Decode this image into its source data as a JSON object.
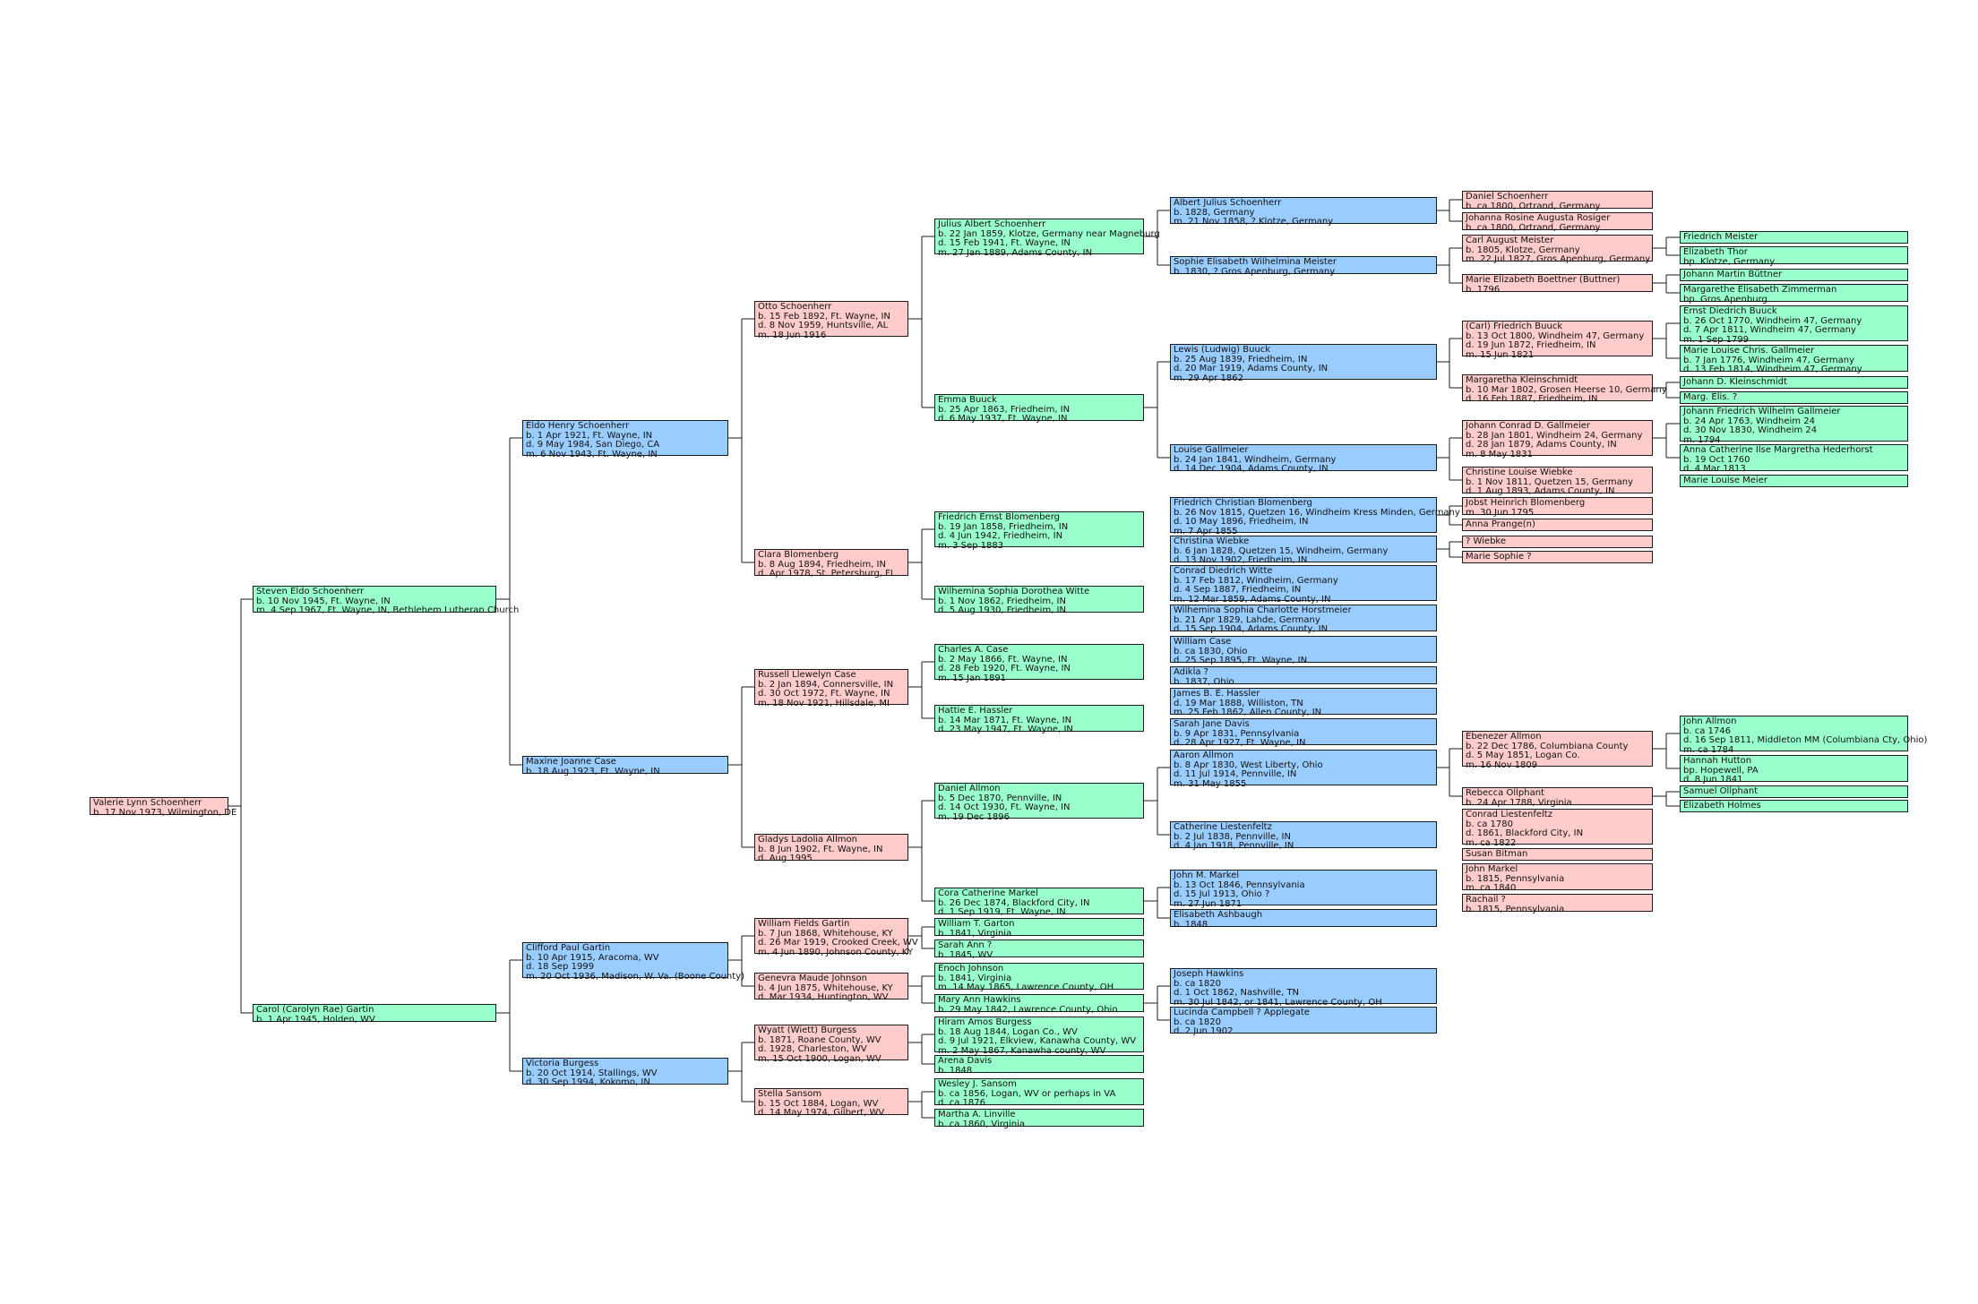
{
  "colors": {
    "male": "#99ccff",
    "female": "#ffcccc",
    "child": "#99ffcc",
    "line": "#1b1b1b",
    "background": "#ffffff"
  },
  "people": [
    {
      "id": "valerie",
      "color": "pink",
      "lines": [
        "Valerie Lynn Schoenherr",
        "b. 17 Nov 1973, Wilmington, DE"
      ]
    },
    {
      "id": "steven",
      "color": "green",
      "lines": [
        "Steven Eldo Schoenherr",
        "b. 10 Nov 1945, Ft. Wayne, IN",
        "m. 4 Sep 1967, Ft. Wayne, IN, Bethlehem Lutheran Church"
      ]
    },
    {
      "id": "carol",
      "color": "green",
      "lines": [
        "Carol (Carolyn Rae) Gartin",
        "b. 1 Apr 1945, Holden, WV"
      ]
    },
    {
      "id": "eldo",
      "color": "blue",
      "lines": [
        "Eldo Henry Schoenherr",
        "b. 1 Apr 1921, Ft. Wayne, IN",
        "d. 9 May 1984, San Diego, CA",
        "m. 6 Nov 1943, Ft. Wayne, IN"
      ]
    },
    {
      "id": "maxine",
      "color": "blue",
      "lines": [
        "Maxine Joanne Case",
        "b. 18 Aug 1923, Ft. Wayne, IN"
      ]
    },
    {
      "id": "clifford",
      "color": "blue",
      "lines": [
        "Clifford Paul Gartin",
        "b. 10 Apr 1915, Aracoma, WV",
        "d. 18 Sep 1999",
        "m. 20 Oct 1936, Madison, W. Va. (Boone County)"
      ]
    },
    {
      "id": "victoria",
      "color": "blue",
      "lines": [
        "Victoria Burgess",
        "b. 20 Oct 1914, Stallings, WV",
        "d. 30 Sep 1994, Kokomo, IN"
      ]
    },
    {
      "id": "otto",
      "color": "pink",
      "lines": [
        "Otto Schoenherr",
        "b. 15 Feb 1892, Ft. Wayne, IN",
        "d. 8 Nov 1959, Huntsville, AL",
        "m. 18 Jun 1916"
      ]
    },
    {
      "id": "clara",
      "color": "pink",
      "lines": [
        "Clara Blomenberg",
        "b. 8 Aug 1894, Friedheim, IN",
        "d. Apr 1978, St. Petersburg, FL"
      ]
    },
    {
      "id": "russell",
      "color": "pink",
      "lines": [
        "Russell Llewelyn Case",
        "b. 2 Jan 1894, Connersville, IN",
        "d. 30 Oct 1972, Ft. Wayne, IN",
        "m. 18 Nov 1921, Hillsdale, MI"
      ]
    },
    {
      "id": "gladys",
      "color": "pink",
      "lines": [
        "Gladys Ladolia Allmon",
        "b. 8 Jun 1902, Ft. Wayne, IN",
        "d. Aug 1995"
      ]
    },
    {
      "id": "william_fields",
      "color": "pink",
      "lines": [
        "William Fields Gartin",
        "b. 7 Jun 1868, Whitehouse, KY",
        "d. 26 Mar 1919, Crooked Creek, WV",
        "m. 4 Jun 1890, Johnson County, KY"
      ]
    },
    {
      "id": "genevra",
      "color": "pink",
      "lines": [
        "Genevra Maude Johnson",
        "b. 4 Jun 1875, Whitehouse, KY",
        "d. Mar 1934, Huntington, WV"
      ]
    },
    {
      "id": "wyatt",
      "color": "pink",
      "lines": [
        "Wyatt (Wiett) Burgess",
        "b. 1871, Roane County, WV",
        "d. 1928, Charleston, WV",
        "m. 15 Oct 1900, Logan, WV"
      ]
    },
    {
      "id": "stella",
      "color": "pink",
      "lines": [
        "Stella Sansom",
        "b. 15 Oct 1884, Logan, WV",
        "d. 14 May 1974, Gilbert, WV"
      ]
    },
    {
      "id": "julius",
      "color": "green",
      "lines": [
        "Julius Albert Schoenherr",
        "b. 22 Jan 1859, Klotze, Germany near Magneburg",
        "d. 15 Feb 1941, Ft. Wayne, IN",
        "m. 27 Jan 1889, Adams County, IN"
      ]
    },
    {
      "id": "emma",
      "color": "green",
      "lines": [
        "Emma Buuck",
        "b. 25 Apr 1863, Friedheim, IN",
        "d. 6 May 1937, Ft. Wayne, IN"
      ]
    },
    {
      "id": "friedrich_ernst",
      "color": "green",
      "lines": [
        "Friedrich Ernst Blomenberg",
        "b. 19 Jan 1858, Friedheim, IN",
        "d. 4 Jun 1942, Friedheim, IN",
        "m. 3 Sep 1883"
      ]
    },
    {
      "id": "wilhelmina_sophia",
      "color": "green",
      "lines": [
        "Wilhemina Sophia Dorothea Witte",
        "b. 1 Nov 1862, Friedheim, IN",
        "d. 5 Aug 1930, Friedheim, IN"
      ]
    },
    {
      "id": "charles",
      "color": "green",
      "lines": [
        "Charles A. Case",
        "b. 2 May 1866, Ft. Wayne, IN",
        "d. 28 Feb 1920, Ft. Wayne, IN",
        "m. 15 Jan 1891"
      ]
    },
    {
      "id": "hattie",
      "color": "green",
      "lines": [
        "Hattie E. Hassler",
        "b. 14 Mar 1871, Ft. Wayne, IN",
        "d. 23 May 1947, Ft. Wayne, IN"
      ]
    },
    {
      "id": "daniel_allmon",
      "color": "green",
      "lines": [
        "Daniel Allmon",
        "b. 5 Dec 1870, Pennville, IN",
        "d. 14 Oct 1930, Ft. Wayne, IN",
        "m. 19 Dec 1896"
      ]
    },
    {
      "id": "cora",
      "color": "green",
      "lines": [
        "Cora Catherine Markel",
        "b. 26 Dec 1874, Blackford City, IN",
        "d. 1 Sep 1919, Ft. Wayne, IN"
      ]
    },
    {
      "id": "william_t",
      "color": "green",
      "lines": [
        "William T. Garton",
        "b. 1841, Virginia"
      ]
    },
    {
      "id": "sarah_ann",
      "color": "green",
      "lines": [
        "Sarah Ann ?",
        "b. 1845, WV"
      ]
    },
    {
      "id": "enoch",
      "color": "green",
      "lines": [
        "Enoch Johnson",
        "b. 1841, Virginia",
        "m. 14 May 1865, Lawrence County, OH"
      ]
    },
    {
      "id": "mary_ann",
      "color": "green",
      "lines": [
        "Mary Ann Hawkins",
        "b. 29 May 1842, Lawrence County, Ohio"
      ]
    },
    {
      "id": "hiram",
      "color": "green",
      "lines": [
        "Hiram Amos Burgess",
        "b. 18 Aug 1844, Logan Co., WV",
        "d. 9 Jul 1921, Elkview, Kanawha County, WV",
        "m. 2 May 1867, Kanawha county, WV"
      ]
    },
    {
      "id": "arena",
      "color": "green",
      "lines": [
        "Arena Davis",
        "b. 1848"
      ]
    },
    {
      "id": "wesley",
      "color": "green",
      "lines": [
        "Wesley J. Sansom",
        "b. ca 1856, Logan, WV or perhaps in VA",
        "d. ca 1876"
      ]
    },
    {
      "id": "martha",
      "color": "green",
      "lines": [
        "Martha A. Linville",
        "b. ca 1860, Virginia"
      ]
    },
    {
      "id": "albert_julius",
      "color": "blue",
      "lines": [
        "Albert Julius Schoenherr",
        "b. 1828, Germany",
        "m. 21 Nov 1858, ? Klotze, Germany"
      ]
    },
    {
      "id": "sophie_elisabeth",
      "color": "blue",
      "lines": [
        "Sophie Elisabeth Wilhelmina Meister",
        "b. 1830, ? Gros Apenburg, Germany"
      ]
    },
    {
      "id": "lewis",
      "color": "blue",
      "lines": [
        "Lewis (Ludwig) Buuck",
        "b. 25 Aug 1839, Friedheim, IN",
        "d. 20 Mar 1919, Adams County, IN",
        "m. 29 Apr 1862"
      ]
    },
    {
      "id": "louise_g",
      "color": "blue",
      "lines": [
        "Louise Gallmeier",
        "b. 24 Jan 1841, Windheim, Germany",
        "d. 14 Dec 1904, Adams County, IN"
      ]
    },
    {
      "id": "friedrich_christian",
      "color": "blue",
      "lines": [
        "Friedrich Christian Blomenberg",
        "b. 26 Nov 1815, Quetzen 16, Windheim Kress Minden, Germany",
        "d. 10 May 1896, Friedheim, IN",
        "m. 7 Apr 1855"
      ]
    },
    {
      "id": "christina",
      "color": "blue",
      "lines": [
        "Christina Wiebke",
        "b. 6 Jan 1828, Quetzen 15, Windheim, Germany",
        "d. 13 Nov 1902, Friedheim, IN"
      ]
    },
    {
      "id": "conrad_witte",
      "color": "blue",
      "lines": [
        "Conrad Diedrich Witte",
        "b. 17 Feb 1812, Windheim, Germany",
        "d. 4 Sep 1887, Friedheim, IN",
        "m. 12 Mar 1859, Adams County, IN"
      ]
    },
    {
      "id": "wilhemina_horstmeier",
      "color": "blue",
      "lines": [
        "Wilhemina Sophia Charlotte Horstmeier",
        "b. 21 Apr 1829, Lahde, Germany",
        "d. 15 Sep 1904, Adams County, IN"
      ]
    },
    {
      "id": "william_case",
      "color": "blue",
      "lines": [
        "William Case",
        "b. ca 1830, Ohio",
        "d. 25 Sep 1895, Ft. Wayne, IN"
      ]
    },
    {
      "id": "adikla",
      "color": "blue",
      "lines": [
        "Adikla ?",
        "b. 1837, Ohio"
      ]
    },
    {
      "id": "james_hassler",
      "color": "blue",
      "lines": [
        "James B. E. Hassler",
        "d. 19 Mar 1888, Williston, TN",
        "m. 25 Feb 1862, Allen County, IN"
      ]
    },
    {
      "id": "sarah_jane",
      "color": "blue",
      "lines": [
        "Sarah Jane Davis",
        "b. 9 Apr 1831, Pennsylvania",
        "d. 28 Apr 1927, Ft. Wayne, IN"
      ]
    },
    {
      "id": "aaron",
      "color": "blue",
      "lines": [
        "Aaron Allmon",
        "b. 8 Apr 1830, West Liberty, Ohio",
        "d. 11 Jul 1914, Pennville, IN",
        "m. 31 May 1855"
      ]
    },
    {
      "id": "catherine_l",
      "color": "blue",
      "lines": [
        "Catherine Liestenfeltz",
        "b. 2 Jul 1838, Pennville, IN",
        "d. 4 Jan 1918, Pennville, IN"
      ]
    },
    {
      "id": "john_markel",
      "color": "blue",
      "lines": [
        "John M. Markel",
        "b. 13 Oct 1846, Pennsylvania",
        "d. 15 Jul 1913, Ohio ?",
        "m. 27 Jun 1871"
      ]
    },
    {
      "id": "elisabeth_ashbaugh",
      "color": "blue",
      "lines": [
        "Elisabeth Ashbaugh",
        "b. 1848"
      ]
    },
    {
      "id": "joseph_hawkins",
      "color": "blue",
      "lines": [
        "Joseph Hawkins",
        "b. ca 1820",
        "d. 1 Oct 1862, Nashville, TN",
        "m. 30 Jul 1842, or 1841, Lawrence County, OH"
      ]
    },
    {
      "id": "lucinda",
      "color": "blue",
      "lines": [
        "Lucinda Campbell  ? Applegate",
        "b. ca 1820",
        "d. 2 Jun 1902"
      ]
    },
    {
      "id": "daniel_s",
      "color": "pink",
      "lines": [
        "Daniel Schoenherr",
        "b. ca 1800, Ortrand, Germany"
      ]
    },
    {
      "id": "johanna",
      "color": "pink",
      "lines": [
        "Johanna Rosine Augusta Rosiger",
        "b. ca 1800, Ortrand, Germany"
      ]
    },
    {
      "id": "carl_meister",
      "color": "pink",
      "lines": [
        "Carl August Meister",
        "b. 1805, Klotze, Germany",
        "m. 22 Jul 1827, Gros Apenburg, Germany"
      ]
    },
    {
      "id": "marie_boettner",
      "color": "pink",
      "lines": [
        "Marie Elizabeth Boettner (Buttner)",
        "b. 1796"
      ]
    },
    {
      "id": "carl_buuck",
      "color": "pink",
      "lines": [
        "(Carl) Friedrich Buuck",
        "b. 13 Oct 1800, Windheim 47, Germany",
        "d. 19 Jun 1872, Friedheim, IN",
        "m. 15 Jun 1821"
      ]
    },
    {
      "id": "margaretha",
      "color": "pink",
      "lines": [
        "Margaretha Kleinschmidt",
        "b. 10 Mar 1802, Grosen Heerse 10, Germany",
        "d. 16 Feb 1887, Friedheim, IN"
      ]
    },
    {
      "id": "johann_conrad",
      "color": "pink",
      "lines": [
        "Johann Conrad D. Gallmeier",
        "b. 28 Jan 1801, Windheim 24, Germany",
        "d. 28 Jan 1879, Adams County, IN",
        "m. 8 May 1831"
      ]
    },
    {
      "id": "christine_wiebke",
      "color": "pink",
      "lines": [
        "Christine Louise Wiebke",
        "b. 1 Nov 1811, Quetzen 15, Germany",
        "d. 1 Aug 1893, Adams County, IN"
      ]
    },
    {
      "id": "jobst",
      "color": "pink",
      "lines": [
        "Jobst Heinrich Blomenberg",
        "m. 30 Jun 1795"
      ]
    },
    {
      "id": "anna_prange",
      "color": "pink",
      "lines": [
        "Anna Prange(n)"
      ]
    },
    {
      "id": "q_wiebke",
      "color": "pink",
      "lines": [
        "? Wiebke"
      ]
    },
    {
      "id": "marie_sophie",
      "color": "pink",
      "lines": [
        "Marie Sophie ?"
      ]
    },
    {
      "id": "ebenezer",
      "color": "pink",
      "lines": [
        "Ebenezer Allmon",
        "b. 22 Dec 1786, Columbiana County",
        "d. 5 May 1851, Logan Co.",
        "m. 16 Nov 1809"
      ]
    },
    {
      "id": "rebecca",
      "color": "pink",
      "lines": [
        "Rebecca Ollphant",
        "b. 24 Apr 1788, Virginia"
      ]
    },
    {
      "id": "conrad_l",
      "color": "pink",
      "lines": [
        "Conrad Liestenfeltz",
        "b. ca 1780",
        "d. 1861, Blackford City, IN",
        "m. ca 1822"
      ]
    },
    {
      "id": "susan",
      "color": "pink",
      "lines": [
        "Susan Bitman"
      ]
    },
    {
      "id": "john_markel_sr",
      "color": "pink",
      "lines": [
        "John Markel",
        "b. 1815, Pennsylvania",
        "m. ca 1840"
      ]
    },
    {
      "id": "rachail",
      "color": "pink",
      "lines": [
        "Rachail ?",
        "b. 1815, Pennsylvania"
      ]
    },
    {
      "id": "friedrich_meister",
      "color": "green",
      "lines": [
        "Friedrich Meister"
      ]
    },
    {
      "id": "elizabeth_thor",
      "color": "green",
      "lines": [
        "Elizabeth Thor",
        "bp. Klotze, Germany"
      ]
    },
    {
      "id": "johann_buttner",
      "color": "green",
      "lines": [
        "Johann Martin Büttner"
      ]
    },
    {
      "id": "margarethe_z",
      "color": "green",
      "lines": [
        "Margarethe Elisabeth Zimmerman",
        "bp. Gros Apenburg"
      ]
    },
    {
      "id": "ernst_buuck",
      "color": "green",
      "lines": [
        "Ernst Diedrich Buuck",
        "b. 26 Oct 1770, Windheim 47, Germany",
        "d. 7 Apr 1811, Windheim 47, Germany",
        "m. 1 Sep 1799"
      ]
    },
    {
      "id": "marie_louise_chris",
      "color": "green",
      "lines": [
        "Marie Louise Chris. Gallmeier",
        "b. 7 Jan 1776, Windheim 47, Germany",
        "d. 13 Feb 1814, Windheim 47, Germany"
      ]
    },
    {
      "id": "johann_d_k",
      "color": "green",
      "lines": [
        "Johann D. Kleinschmidt"
      ]
    },
    {
      "id": "marg_elis",
      "color": "green",
      "lines": [
        "Marg. Elis. ?"
      ]
    },
    {
      "id": "johann_friedrich",
      "color": "green",
      "lines": [
        "Johann Friedrich Wilhelm Gallmeier",
        "b. 24 Apr 1763, Windheim 24",
        "d. 30 Nov 1830, Windheim 24",
        "m. 1794"
      ]
    },
    {
      "id": "anna_catherine",
      "color": "green",
      "lines": [
        "Anna Catherine Ilse Margretha Hederhorst",
        "b. 19 Oct 1760",
        "d. 4 Mar 1813"
      ]
    },
    {
      "id": "marie_louise_meier",
      "color": "green",
      "lines": [
        "Marie Louise Meier"
      ]
    },
    {
      "id": "john_allmon",
      "color": "green",
      "lines": [
        "John Allmon",
        "b. ca 1746",
        "d. 16 Sep 1811, Middleton MM (Columbiana Cty, Ohio)",
        "m. ca 1784"
      ]
    },
    {
      "id": "hannah",
      "color": "green",
      "lines": [
        "Hannah Hutton",
        "bp. Hopewell, PA",
        "d. 8 Jun 1841"
      ]
    },
    {
      "id": "samuel",
      "color": "green",
      "lines": [
        "Samuel Ollphant"
      ]
    },
    {
      "id": "elizabeth_holmes",
      "color": "green",
      "lines": [
        "Elizabeth Holmes"
      ]
    }
  ]
}
